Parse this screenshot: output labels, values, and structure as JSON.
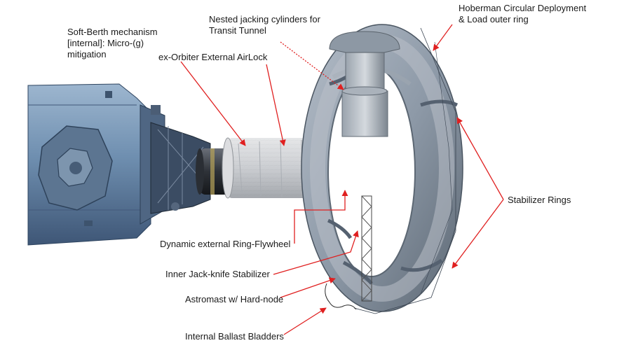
{
  "labels": {
    "soft_berth": [
      "Soft-Berth mechanism",
      "[internal]: Micro-(g)",
      "mitigation"
    ],
    "nested_jacking": [
      "Nested jacking cylinders for",
      "Transit Tunnel"
    ],
    "hoberman": [
      "Hoberman Circular Deployment",
      "& Load outer ring"
    ],
    "airlock": "ex-Orbiter External AirLock",
    "stabilizer_rings": "Stabilizer Rings",
    "ring_flywheel": "Dynamic external Ring-Flywheel",
    "jackknife": "Inner Jack-knife Stabilizer",
    "astromast": "Astromast w/ Hard-node",
    "ballast": "Internal Ballast Bladders"
  },
  "colors": {
    "arrow": "#e02020",
    "module_blue": "#6f8fb0",
    "torus_gray": "#8e9aa8",
    "fabric": "#cfd2d6",
    "gold": "#c9a227"
  }
}
